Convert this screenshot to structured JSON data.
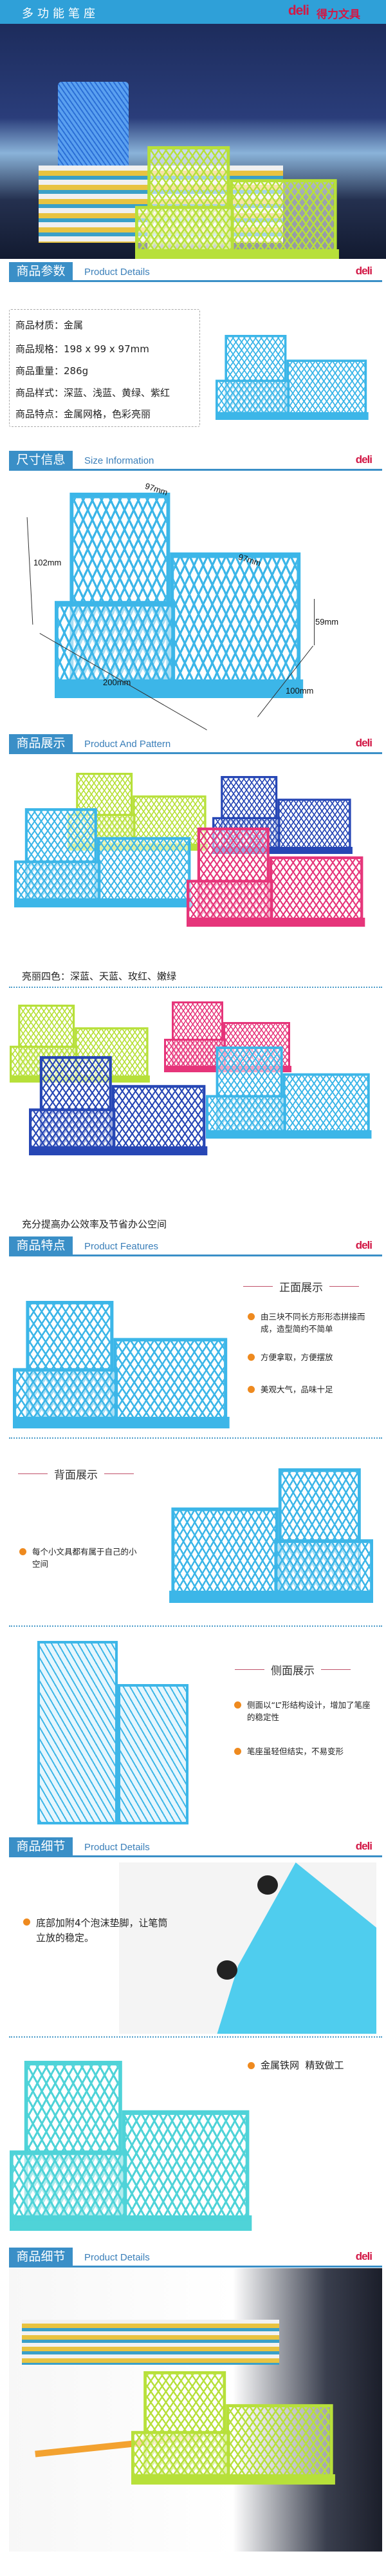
{
  "header": {
    "title": "多功能笔座",
    "logo": "deli",
    "logo_cn": "得力文具"
  },
  "brand_colors": {
    "bar": "#2fa0d8",
    "section": "#3a8fc7",
    "logo": "#d21745",
    "bullet": "#ee8a1f"
  },
  "sections": {
    "params": {
      "cn": "商品参数",
      "en": "Product Details",
      "logo": "deli"
    },
    "size": {
      "cn": "尺寸信息",
      "en": "Size Information",
      "logo": "deli"
    },
    "pattern": {
      "cn": "商品展示",
      "en": "Product And Pattern",
      "logo": "deli"
    },
    "features": {
      "cn": "商品特点",
      "en": "Product Features",
      "logo": "deli"
    },
    "details1": {
      "cn": "商品细节",
      "en": "Product Details",
      "logo": "deli"
    },
    "details2": {
      "cn": "商品细节",
      "en": "Product Details",
      "logo": "deli"
    }
  },
  "specs": [
    "商品材质：金属",
    "商品规格：198 x 99 x 97mm",
    "商品重量：286g",
    "商品样式：深蓝、浅蓝、黄绿、紫红",
    "商品特点：金属网格，色彩亮丽"
  ],
  "dimensions": {
    "top": "97mm",
    "depth_top": "97mm",
    "height": "102mm",
    "side_height": "59mm",
    "length": "200mm",
    "width": "100mm"
  },
  "product_colors": {
    "sky_blue": "#3cb6e8",
    "lime": "#b7e03a",
    "rose": "#e6357a",
    "navy": "#2747b5",
    "teal": "#4fd3d8"
  },
  "captions": {
    "colors": "亮丽四色：深蓝、天蓝、玫红、嫩绿",
    "efficiency": "充分提高办公效率及节省办公空间"
  },
  "front": {
    "title": "正面展示",
    "bullets": [
      "由三块不同长方形形态拼接而成，造型简约不简单",
      "方便拿取，方便摆放",
      "美观大气，品味十足"
    ]
  },
  "back": {
    "title": "背面展示",
    "bullets": [
      "每个小文具都有属于自己的小空间"
    ]
  },
  "side": {
    "title": "侧面展示",
    "bullets": [
      "侧面以“L”形结构设计，增加了笔座的稳定性",
      "笔座虽轻但结实，不易变形"
    ]
  },
  "bottom": {
    "bullets": [
      "底部加附4个泡沫垫脚，让笔筒立放的稳定。"
    ]
  },
  "craft": {
    "bullets": [
      "金属铁网  精致做工"
    ]
  }
}
